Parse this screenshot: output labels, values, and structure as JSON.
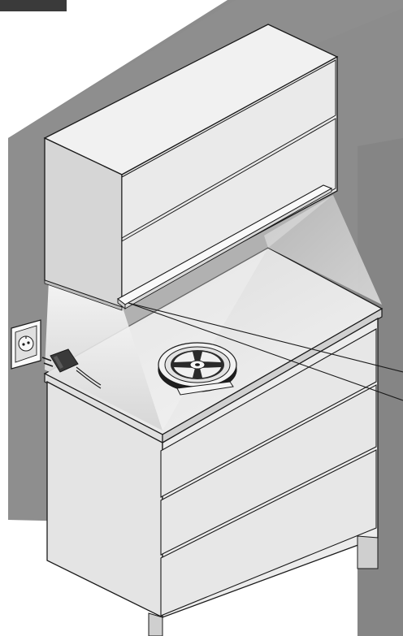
{
  "illustration": {
    "colors": {
      "wall": "#8c8c8c",
      "cabinet_front": "#e6e6e6",
      "cabinet_top": "#f1f1f1",
      "cabinet_side": "#d2d2d2",
      "outline": "#1a1a1a",
      "light_beam": "#f6f6f6",
      "header_tab": "#3a3a3a"
    },
    "objects": [
      {
        "name": "wall",
        "icon": "wall-shape"
      },
      {
        "name": "wall-cabinet",
        "icon": "cabinet-shape"
      },
      {
        "name": "led-light-bar",
        "icon": "light-bar-icon"
      },
      {
        "name": "light-cone",
        "icon": "light-gradient"
      },
      {
        "name": "wall-socket",
        "icon": "power-socket-icon"
      },
      {
        "name": "power-plug",
        "icon": "plug-icon"
      },
      {
        "name": "led-strip-reel",
        "icon": "reel-icon"
      },
      {
        "name": "drawer-base-cabinet",
        "icon": "cabinet-shape"
      },
      {
        "name": "callout-lines",
        "icon": "callout-icon"
      }
    ]
  }
}
